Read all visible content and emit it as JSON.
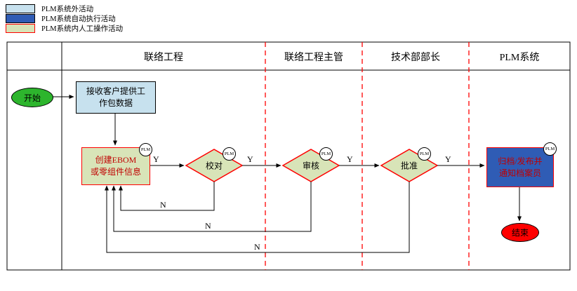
{
  "legend": {
    "items": [
      {
        "label": "PLM系统外活动",
        "swatch_color": "#c7e1ee",
        "swatch_border": "#000000"
      },
      {
        "label": "PLM系统自动执行活动",
        "swatch_color": "#2f5cb5",
        "swatch_border": "#000000"
      },
      {
        "label": "PLM系统内人工操作活动",
        "swatch_color": "#d8e4b8",
        "swatch_border": "#ff0000"
      }
    ]
  },
  "lanes": [
    {
      "label": "联络工程"
    },
    {
      "label": "联络工程主管"
    },
    {
      "label": "技术部部长"
    },
    {
      "label": "PLM系统"
    }
  ],
  "nodes": {
    "start": "开始",
    "receive": {
      "line1": "接收客户提供工",
      "line2": "作包数据"
    },
    "create": {
      "line1": "创建EBOM",
      "line2": "或零组件信息"
    },
    "check": "校对",
    "review": "审核",
    "approve": "批准",
    "archive": {
      "line1": "归档/发布并",
      "line2": "通知档案员"
    },
    "end": "结束",
    "plm_badge": "PLM"
  },
  "edge_labels": {
    "yes": "Y",
    "no": "N"
  },
  "colors": {
    "lane_divider": "#ff0000",
    "manual_fill": "#d8e4b8",
    "manual_border": "#ff0000",
    "external_fill": "#c7e1ee",
    "auto_fill": "#2f5cb5",
    "start_fill": "#2db52d",
    "end_fill": "#ff0000",
    "red_text": "#c00000"
  }
}
